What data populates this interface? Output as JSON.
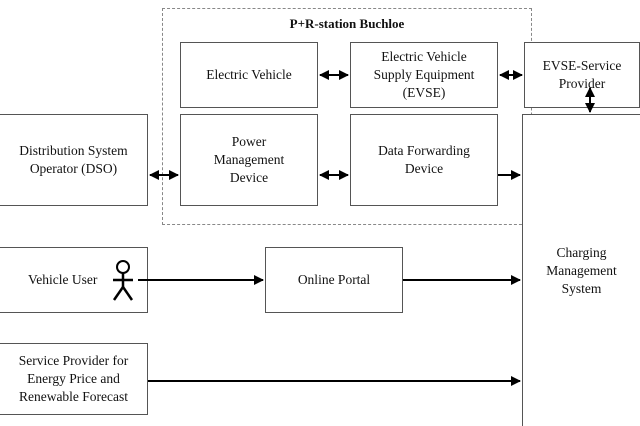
{
  "station": {
    "title": "P+R-station Buchloe"
  },
  "boxes": {
    "electric_vehicle": "Electric Vehicle",
    "evse": "Electric Vehicle\nSupply Equipment\n(EVSE)",
    "evse_service_provider": "EVSE-Service\nProvider",
    "power_management": "Power\nManagement\nDevice",
    "data_forwarding": "Data Forwarding\nDevice",
    "dso": "Distribution System\nOperator (DSO)",
    "vehicle_user": "Vehicle User",
    "online_portal": "Online Portal",
    "charging_management": "Charging\nManagement\nSystem",
    "service_provider_energy": "Service Provider for\nEnergy Price and\nRenewable Forecast"
  },
  "icons": {
    "vehicle_user": "person-icon"
  },
  "colors": {
    "line": "#000000",
    "border": "#555555",
    "dashed": "#888888"
  }
}
